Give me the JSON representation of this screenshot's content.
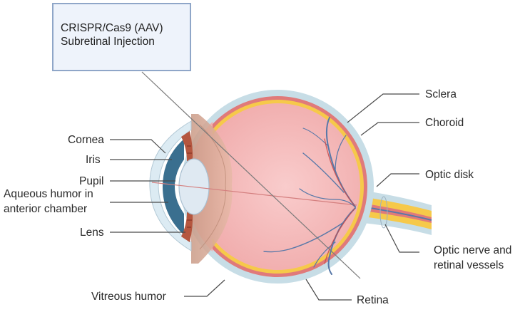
{
  "callout": {
    "line1": "CRISPR/Cas9 (AAV)",
    "line2": "Subretinal Injection"
  },
  "labels": {
    "cornea": "Cornea",
    "iris": "Iris",
    "pupil": "Pupil",
    "aqueous_line1": "Aqueous humor in",
    "aqueous_line2": "anterior chamber",
    "lens": "Lens",
    "vitreous": "Vitreous humor",
    "sclera": "Sclera",
    "choroid": "Choroid",
    "optic_disk": "Optic disk",
    "optic_nerve_line1": "Optic nerve and",
    "optic_nerve_line2": "retinal vessels",
    "retina": "Retina"
  },
  "colors": {
    "sclera": "#c7dde6",
    "choroid": "#e07a7a",
    "retina": "#f6c94a",
    "vitreous": "#f4b7b7",
    "lens": "#dfe9f2",
    "aqueous": "#3a6f8f",
    "iris": "#b5563f",
    "vessels": "#5878a8",
    "callout_fill": "#eef3fb",
    "callout_border": "#8fa6c8"
  }
}
